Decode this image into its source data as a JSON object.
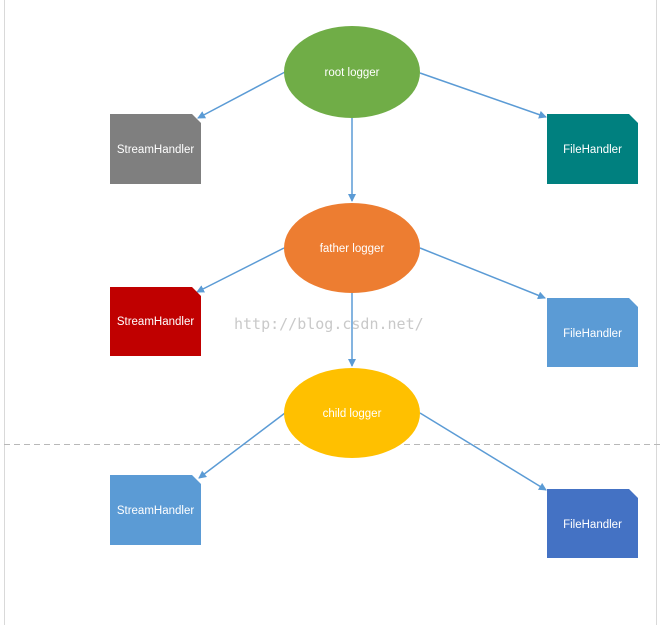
{
  "watermark": "http://blog.csdn.net/",
  "colors": {
    "arrow": "#5B9BD5",
    "divider": "#b8b8b8",
    "frame": "#d9d9d9"
  },
  "loggers": [
    {
      "label": "root logger",
      "color": "#70AD47"
    },
    {
      "label": "father logger",
      "color": "#ED7D31"
    },
    {
      "label": "child logger",
      "color": "#FFC000"
    }
  ],
  "handlers": [
    {
      "label": "StreamHandler",
      "color": "#7F7F7F"
    },
    {
      "label": "FileHandler",
      "color": "#00807F"
    },
    {
      "label": "StreamHandler",
      "color": "#C00000"
    },
    {
      "label": "FileHandler",
      "color": "#5B9BD5"
    },
    {
      "label": "StreamHandler",
      "color": "#5B9BD5"
    },
    {
      "label": "FileHandler",
      "color": "#4472C4"
    }
  ]
}
